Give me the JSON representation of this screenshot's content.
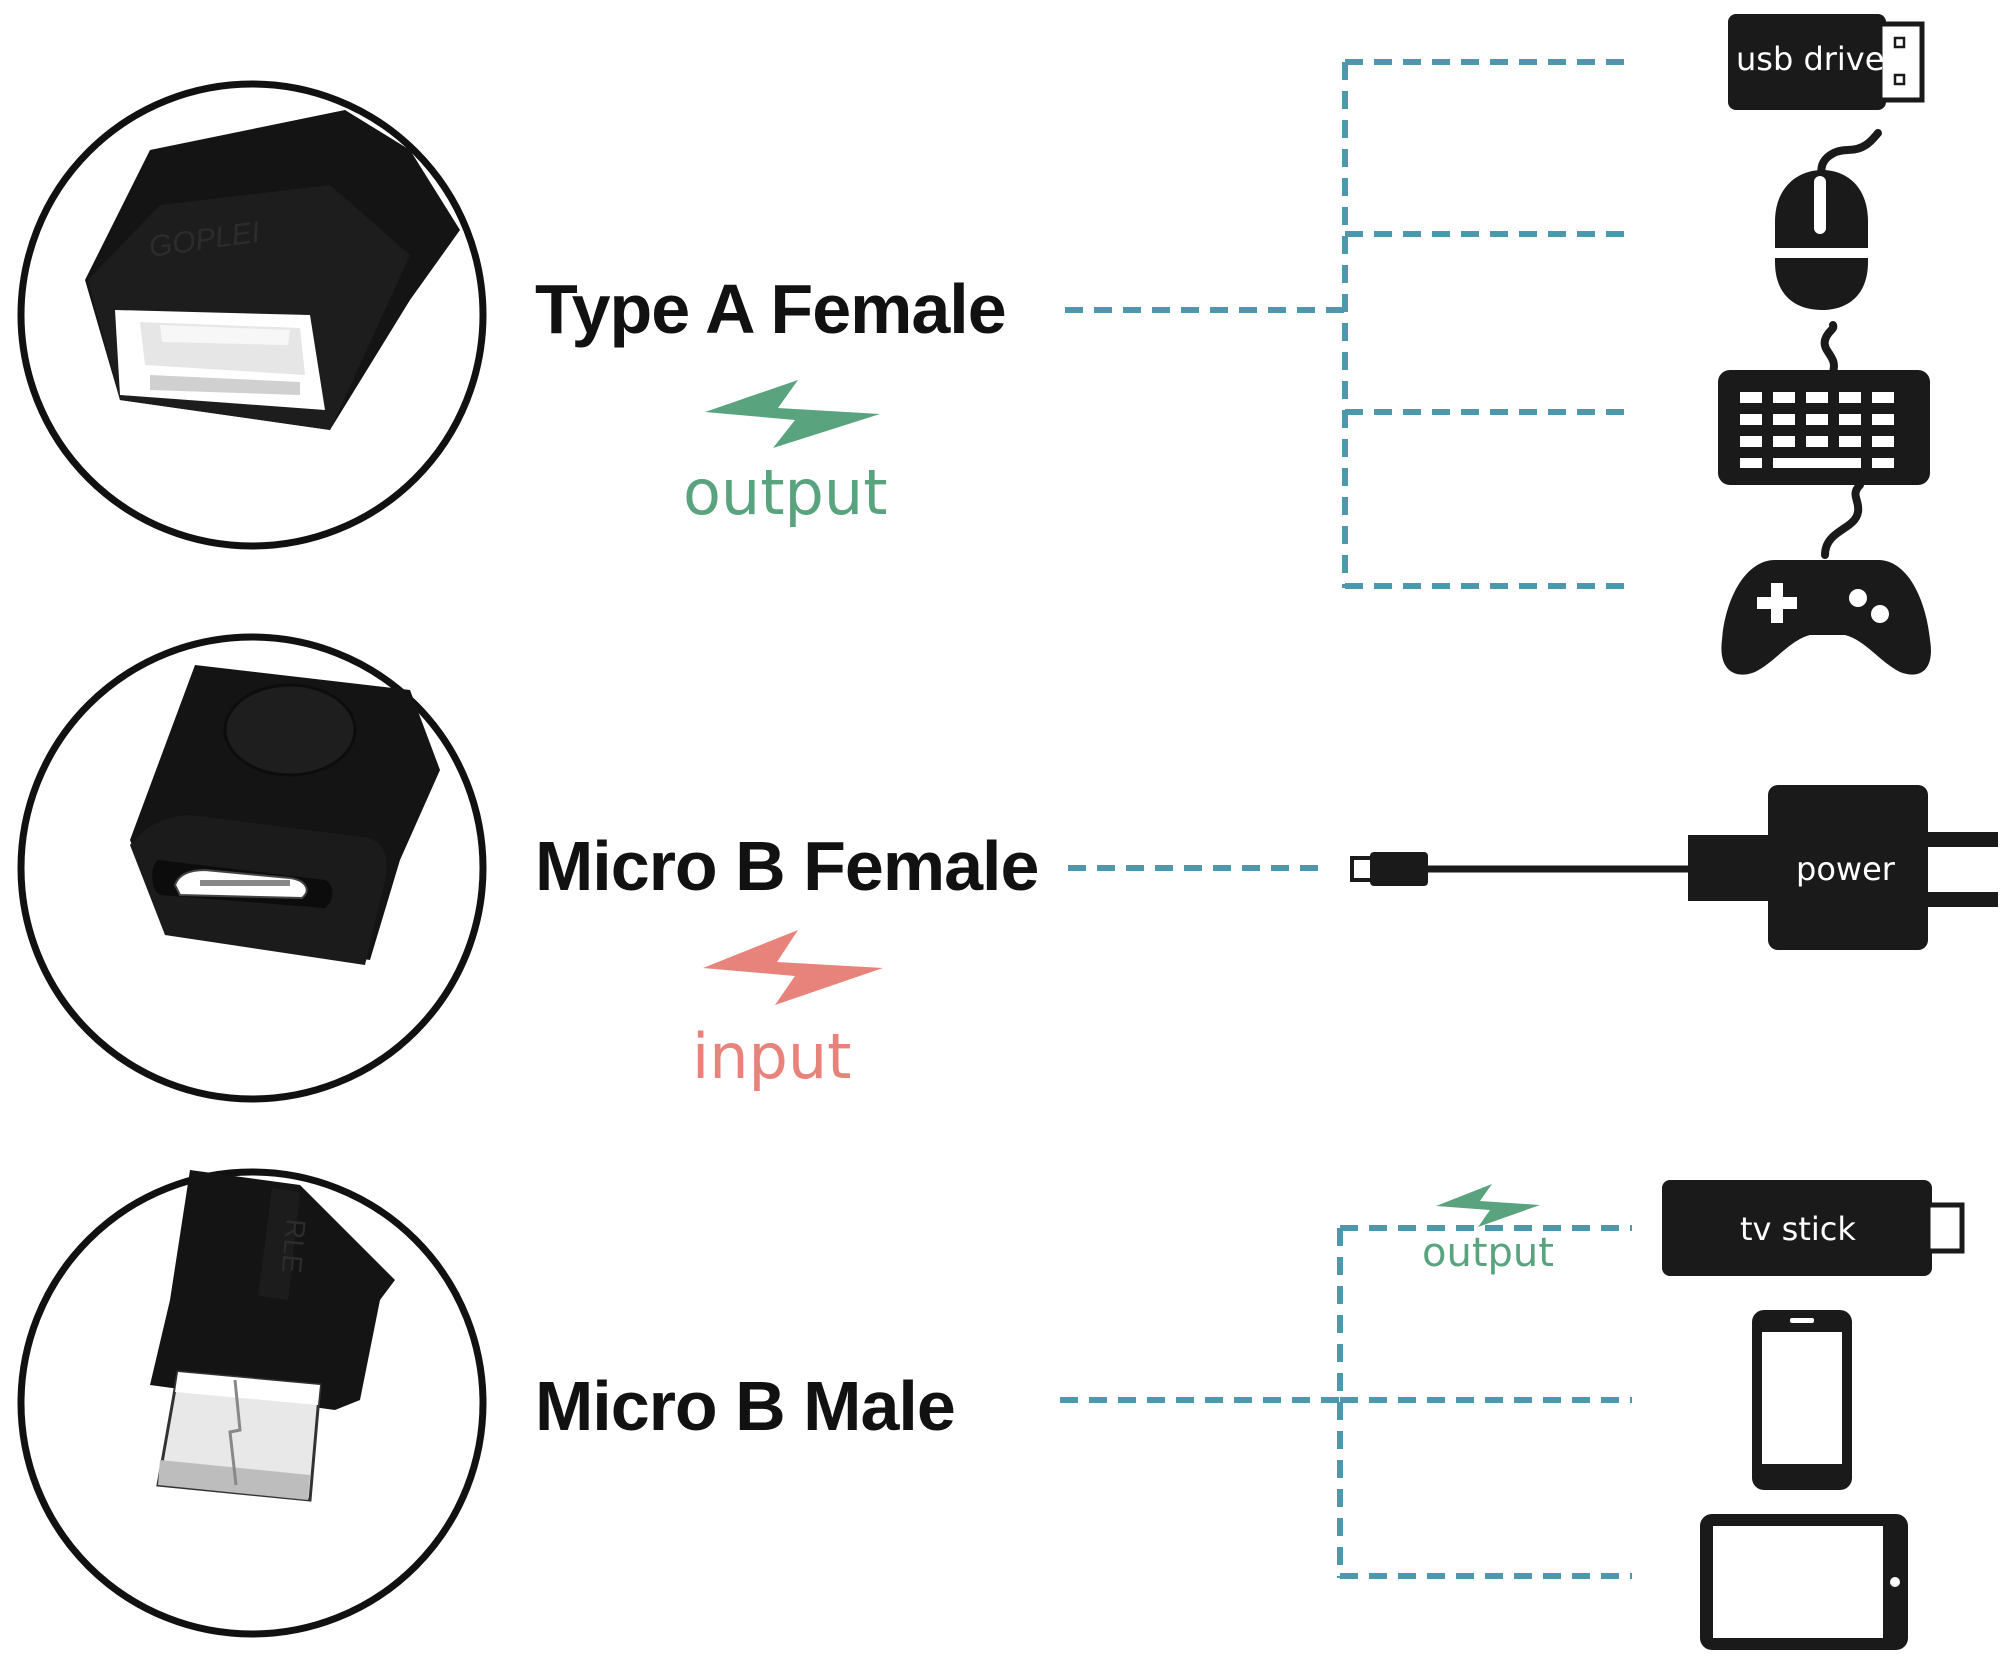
{
  "ports": [
    {
      "title": "Type  A  Female",
      "role": "output"
    },
    {
      "title": "Micro B Female",
      "role": "input"
    },
    {
      "title": "Micro B Male",
      "role": "output"
    }
  ],
  "devices": {
    "usb_drive": "usb drive",
    "power": "power",
    "tv_stick": "tv stick"
  },
  "icons": {
    "type_a": [
      "usb-drive-icon",
      "mouse-icon",
      "keyboard-icon",
      "gamepad-icon"
    ],
    "micro_b_female": [
      "power-adapter-icon"
    ],
    "micro_b_male": [
      "tv-stick-icon",
      "phone-icon",
      "tablet-icon"
    ]
  },
  "brand_mark": "GOPLEI",
  "colors": {
    "output": "#5aa37f",
    "input": "#e8837c",
    "connector": "#4d98ad",
    "device": "#1a1a1a"
  }
}
